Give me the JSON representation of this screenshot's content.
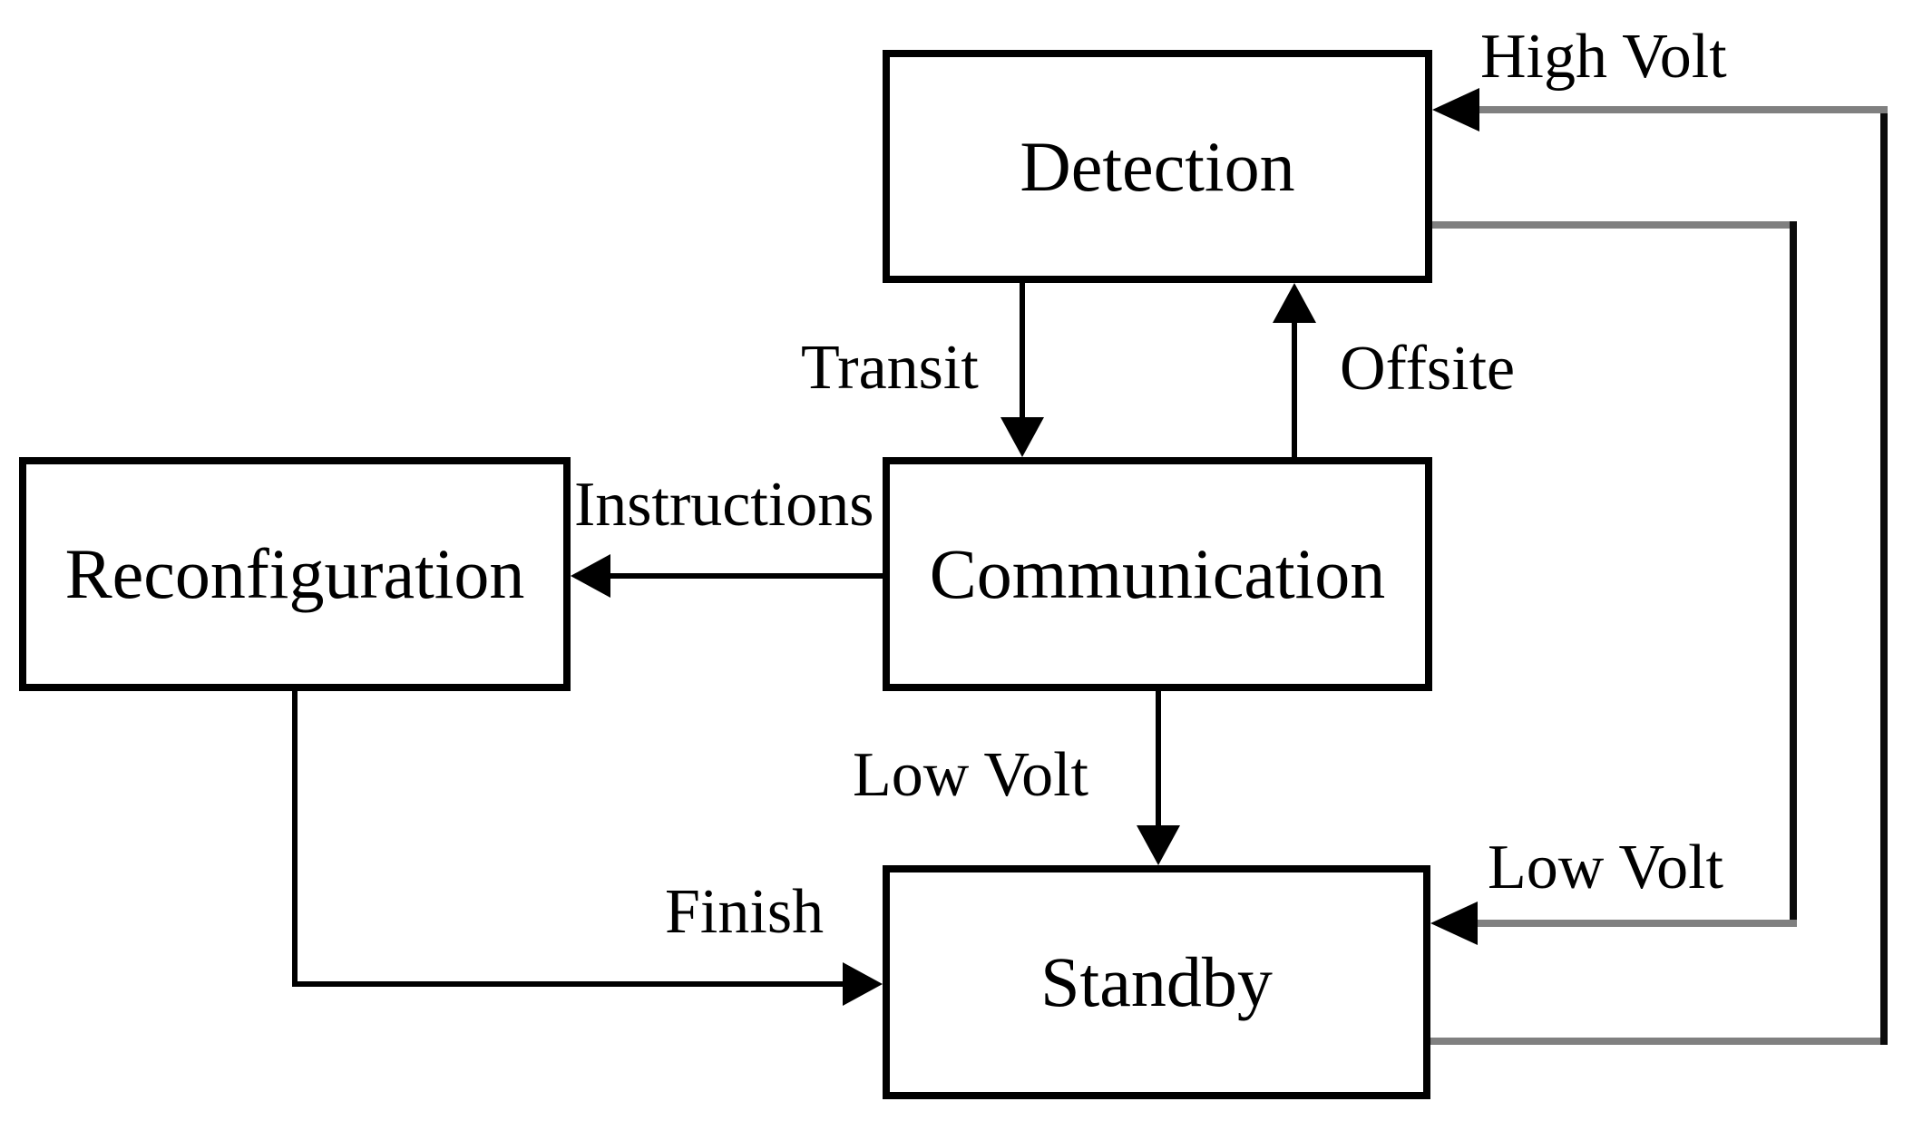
{
  "nodes": {
    "detection": {
      "label": "Detection"
    },
    "communication": {
      "label": "Communication"
    },
    "reconfiguration": {
      "label": "Reconfiguration"
    },
    "standby": {
      "label": "Standby"
    }
  },
  "edges": {
    "transit": {
      "label": "Transit",
      "from": "detection",
      "to": "communication",
      "color": "#000000"
    },
    "offsite": {
      "label": "Offsite",
      "from": "communication",
      "to": "detection",
      "color": "#000000"
    },
    "instructions": {
      "label": "Instructions",
      "from": "communication",
      "to": "reconfiguration",
      "color": "#000000"
    },
    "low_volt_center": {
      "label": "Low Volt",
      "from": "communication",
      "to": "standby",
      "color": "#000000"
    },
    "finish": {
      "label": "Finish",
      "from": "reconfiguration",
      "to": "standby",
      "color": "#000000"
    },
    "high_volt": {
      "label": "High Volt",
      "from": "standby",
      "to": "detection",
      "color": "#808080"
    },
    "low_volt_right": {
      "label": "Low Volt",
      "from": "detection",
      "to": "standby",
      "color": "#808080"
    }
  },
  "colors": {
    "background": "#ffffff",
    "node_fill": "#ffffff",
    "node_border": "#000000",
    "text": "#000000",
    "black_edge": "#000000",
    "gray_edge": "#808080"
  }
}
